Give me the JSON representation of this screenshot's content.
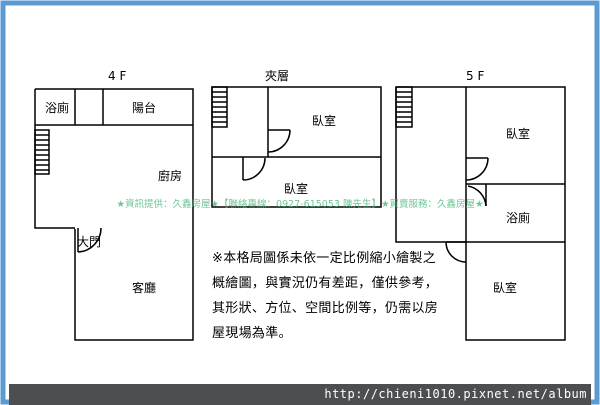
{
  "floors": {
    "f4": {
      "title": "4 F",
      "rooms": {
        "bath": "浴廁",
        "balcony": "陽台",
        "kitchen": "廚房",
        "door": "大門",
        "living": "客廳"
      }
    },
    "mezz": {
      "title": "夾層",
      "rooms": {
        "bed1": "臥室",
        "bed2": "臥室"
      }
    },
    "f5": {
      "title": "5 F",
      "rooms": {
        "bed1": "臥室",
        "bath": "浴廁",
        "bed2": "臥室"
      }
    }
  },
  "watermark": "★資訊提供：久鑫房屋★【聯絡專線：0927-615053 陳先生】★買賣服務：久鑫房屋★",
  "note": "※本格局圖係未依一定比例縮小繪製之概繪圖，與實況仍有差距，僅供參考，其形狀、方位、空間比例等，仍需以房屋現場為準。",
  "url": "http://chieni1010.pixnet.net/album",
  "colors": {
    "frame": "#5a9bd4",
    "walls": "#000000",
    "url_bar": "#4b4f52"
  }
}
